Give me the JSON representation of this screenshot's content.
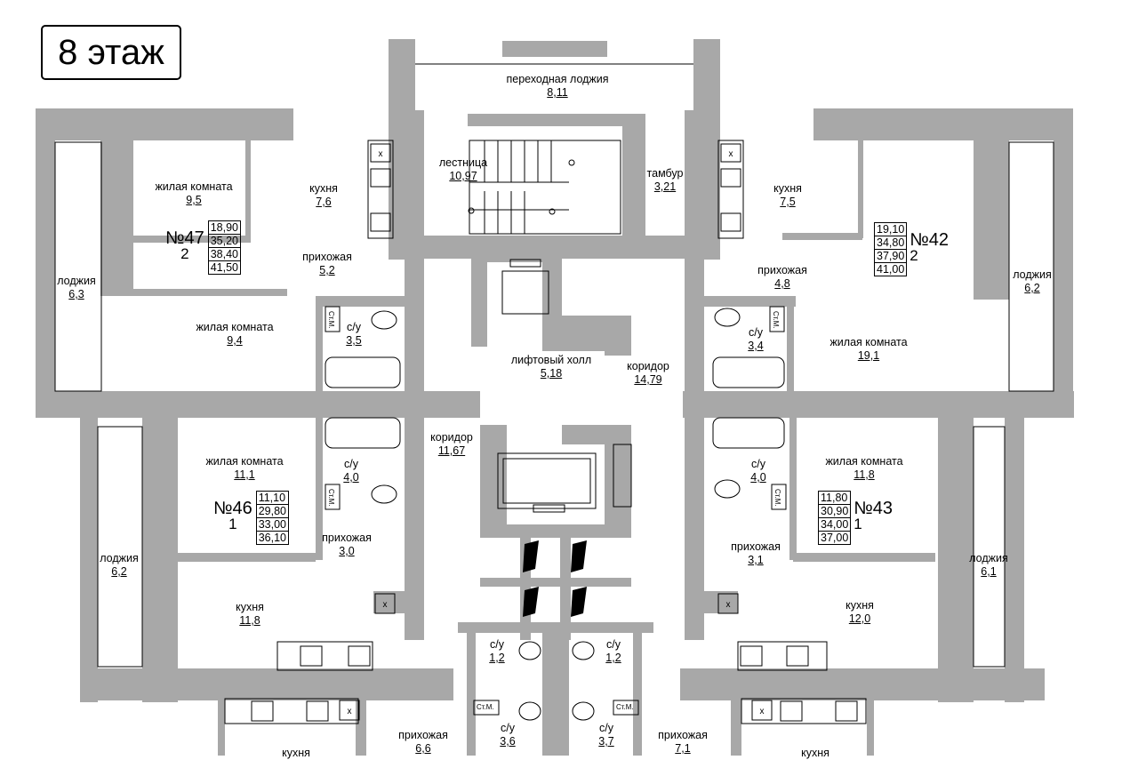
{
  "floor_label": "8 этаж",
  "colors": {
    "wall": "#a8a8a8",
    "fixture_stroke": "#000000",
    "background": "#ffffff"
  },
  "rooms": {
    "loggia_transition": {
      "name": "переходная лоджия",
      "area": "8,11"
    },
    "stairs": {
      "name": "лестница",
      "area": "10,97"
    },
    "vestibule": {
      "name": "тамбур",
      "area": "3,21"
    },
    "lift_hall": {
      "name": "лифтовый холл",
      "area": "5,18"
    },
    "corridor_right": {
      "name": "коридор",
      "area": "14,79"
    },
    "corridor_left": {
      "name": "коридор",
      "area": "11,67"
    },
    "a47_living1": {
      "name": "жилая комната",
      "area": "9,5"
    },
    "a47_kitchen": {
      "name": "кухня",
      "area": "7,6"
    },
    "a47_hall": {
      "name": "прихожая",
      "area": "5,2"
    },
    "a47_living2": {
      "name": "жилая комната",
      "area": "9,4"
    },
    "a47_bath": {
      "name": "с/у",
      "area": "3,5"
    },
    "a47_loggia": {
      "name": "лоджия",
      "area": "6,3"
    },
    "a42_kitchen": {
      "name": "кухня",
      "area": "7,5"
    },
    "a42_hall": {
      "name": "прихожая",
      "area": "4,8"
    },
    "a42_bath": {
      "name": "с/у",
      "area": "3,4"
    },
    "a42_living": {
      "name": "жилая комната",
      "area": "19,1"
    },
    "a42_loggia": {
      "name": "лоджия",
      "area": "6,2"
    },
    "a46_living": {
      "name": "жилая комната",
      "area": "11,1"
    },
    "a46_bath": {
      "name": "с/у",
      "area": "4,0"
    },
    "a46_hall": {
      "name": "прихожая",
      "area": "3,0"
    },
    "a46_kitchen": {
      "name": "кухня",
      "area": "11,8"
    },
    "a46_loggia": {
      "name": "лоджия",
      "area": "6,2"
    },
    "a43_living": {
      "name": "жилая комната",
      "area": "11,8"
    },
    "a43_bath": {
      "name": "с/у",
      "area": "4,0"
    },
    "a43_hall": {
      "name": "прихожая",
      "area": "3,1"
    },
    "a43_kitchen": {
      "name": "кухня",
      "area": "12,0"
    },
    "a43_loggia": {
      "name": "лоджия",
      "area": "6,1"
    },
    "wc_left": {
      "name": "с/у",
      "area": "1,2"
    },
    "wc_right": {
      "name": "с/у",
      "area": "1,2"
    },
    "bath_low_left": {
      "name": "с/у",
      "area": "3,6"
    },
    "bath_low_right": {
      "name": "с/у",
      "area": "3,7"
    },
    "hall_low_left": {
      "name": "прихожая",
      "area": "6,6"
    },
    "hall_low_right": {
      "name": "прихожая",
      "area": "7,1"
    },
    "kitchen_low_left": {
      "name": "кухня"
    },
    "kitchen_low_right": {
      "name": "кухня"
    }
  },
  "apartments": {
    "a47": {
      "number": "№47",
      "rooms": "2",
      "values": [
        "18,90",
        "35,20",
        "38,40",
        "41,50"
      ]
    },
    "a42": {
      "number": "№42",
      "rooms": "2",
      "values": [
        "19,10",
        "34,80",
        "37,90",
        "41,00"
      ]
    },
    "a46": {
      "number": "№46",
      "rooms": "1",
      "values": [
        "11,10",
        "29,80",
        "33,00",
        "36,10"
      ]
    },
    "a43": {
      "number": "№43",
      "rooms": "1",
      "values": [
        "11,80",
        "30,90",
        "34,00",
        "37,00"
      ]
    }
  },
  "fixtures": {
    "cabinet_label": "Ст.М.",
    "hood_mark": "x"
  }
}
